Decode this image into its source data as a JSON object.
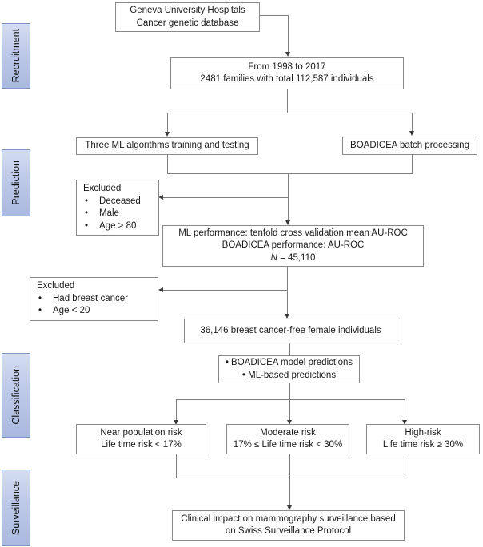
{
  "sidebar": {
    "labels": [
      {
        "text": "Recruitment"
      },
      {
        "text": "Prediction"
      },
      {
        "text": "Classification"
      },
      {
        "text": "Surveillance"
      }
    ]
  },
  "bullet": "•",
  "flow": {
    "top_box": {
      "line1": "Geneva University Hospitals",
      "line2": "Cancer genetic database"
    },
    "period_box": {
      "line1": "From 1998 to 2017",
      "line2": "2481 families with total 112,587 individuals"
    },
    "ml_training_box": {
      "label": "Three ML algorithms training and testing"
    },
    "boadicea_box": {
      "label": "BOADICEA batch processing"
    },
    "excluded1": {
      "title": "Excluded",
      "items": [
        "Deceased",
        "Male",
        "Age > 80"
      ]
    },
    "performance_box": {
      "line1": "ML performance: tenfold cross validation mean AU-ROC",
      "line2": "BOADICEA performance: AU-ROC",
      "n_label": "N",
      "n_value": " = 45,110"
    },
    "excluded2": {
      "title": "Excluded",
      "items": [
        "Had breast cancer",
        "Age < 20"
      ]
    },
    "cancer_free_box": {
      "label": "36,146 breast cancer-free female individuals"
    },
    "predictions_box": {
      "line1": "• BOADICEA model predictions",
      "line2": "• ML-based predictions"
    },
    "risk_boxes": [
      {
        "line1": "Near population risk",
        "line2": "Life time risk < 17%"
      },
      {
        "line1": "Moderate risk",
        "line2": "17% ≤ Life time risk < 30%"
      },
      {
        "line1": "High-risk",
        "line2": "Life time risk ≥ 30%"
      }
    ],
    "final_box": {
      "line1": "Clinical impact on mammography surveillance based",
      "line2": "on Swiss Surveillance Protocol"
    }
  },
  "colors": {
    "sidebar_fill_top": "#d3dcf2",
    "sidebar_fill_bottom": "#aab9e0",
    "sidebar_border": "#8495c5",
    "box_border": "#898989",
    "connector_line": "#7f7f7f",
    "arrowhead": "#3a3a3a",
    "background": "#ffffff"
  }
}
